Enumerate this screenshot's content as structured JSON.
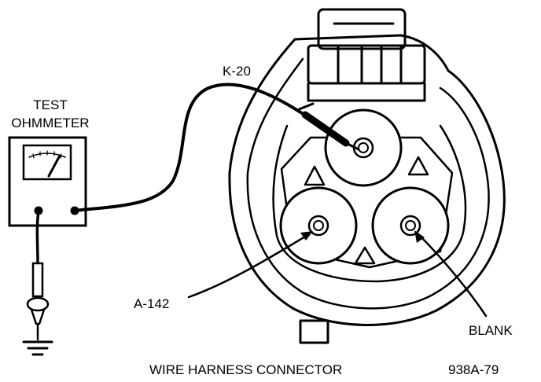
{
  "labels": {
    "meter_title_line1": "TEST",
    "meter_title_line2": "OHMMETER",
    "terminal_top": "K-20",
    "terminal_left": "A-142",
    "terminal_right": "BLANK",
    "caption": "WIRE HARNESS CONNECTOR",
    "figure_id": "938A-79"
  },
  "icons": {
    "meter": "ohmmeter-icon",
    "probe": "test-probe-icon",
    "ground": "ground-symbol-icon"
  },
  "colors": {
    "ink": "#000000",
    "paper": "#ffffff"
  }
}
